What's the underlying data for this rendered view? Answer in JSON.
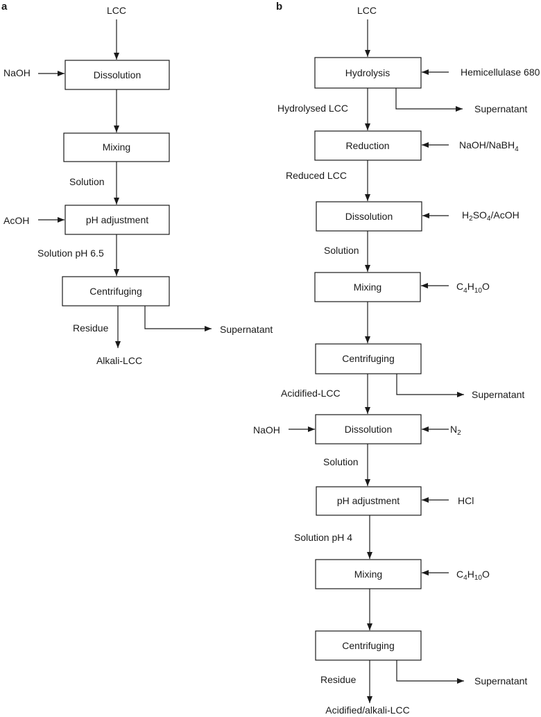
{
  "panel_a": {
    "label": "a",
    "input": "LCC",
    "steps": [
      "Dissolution",
      "Mixing",
      "pH adjustment",
      "Centrifuging"
    ],
    "reagents": {
      "dissolution": "NaOH",
      "ph_adjustment": "AcOH"
    },
    "flows": {
      "mixing_out": "Solution",
      "ph_out": "Solution pH 6.5",
      "residue": "Residue",
      "supernatant": "Supernatant"
    },
    "output": "Alkali-LCC"
  },
  "panel_b": {
    "label": "b",
    "input": "LCC",
    "steps": [
      "Hydrolysis",
      "Reduction",
      "Dissolution",
      "Mixing",
      "Centrifuging",
      "Dissolution",
      "pH adjustment",
      "Mixing",
      "Centrifuging"
    ],
    "reagents": {
      "hydrolysis": "Hemicellulase 680",
      "reduction": "NaOH/NaBH4",
      "dissolution1": "H2SO4/AcOH",
      "mixing1": "C4H10O",
      "dissolution2_left": "NaOH",
      "dissolution2_right": "N2",
      "ph_adjustment": "HCl",
      "mixing2": "C4H10O"
    },
    "flows": {
      "hydrolysed": "Hydrolysed LCC",
      "reduced": "Reduced LCC",
      "solution1": "Solution",
      "acidified": "Acidified-LCC",
      "solution2": "Solution",
      "solution_ph": "Solution pH 4",
      "residue": "Residue",
      "supernatant1": "Supernatant",
      "supernatant2": "Supernatant",
      "supernatant3": "Supernatant"
    },
    "output": "Acidified/alkali-LCC"
  }
}
